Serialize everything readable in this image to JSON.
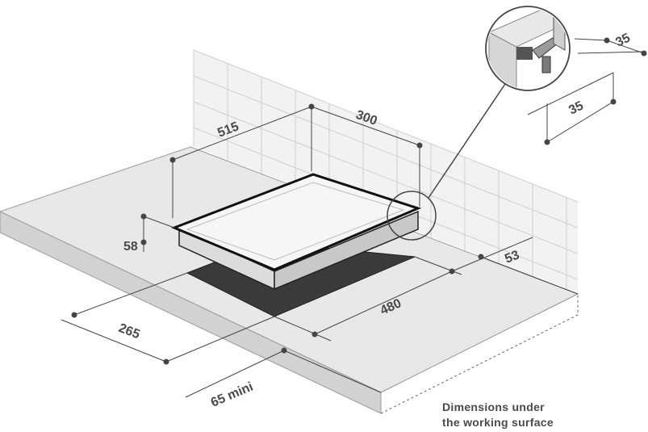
{
  "dimensions": {
    "depth": "515",
    "back_width": "300",
    "height": "58",
    "width": "480",
    "front_distance": "265",
    "min_clearance": "65 mini",
    "side_distance": "53",
    "detail_top": "35",
    "detail_side": "35"
  },
  "note": {
    "line1": "Dimensions under",
    "line2": "the working surface"
  },
  "colors": {
    "countertop": "#e6e6e6",
    "countertop_edge": "#cfcfcf",
    "wall": "#f0f0f0",
    "cutout": "#3c3c3c",
    "hob_top": "#f4f4f4",
    "line": "#4a4a4a"
  }
}
